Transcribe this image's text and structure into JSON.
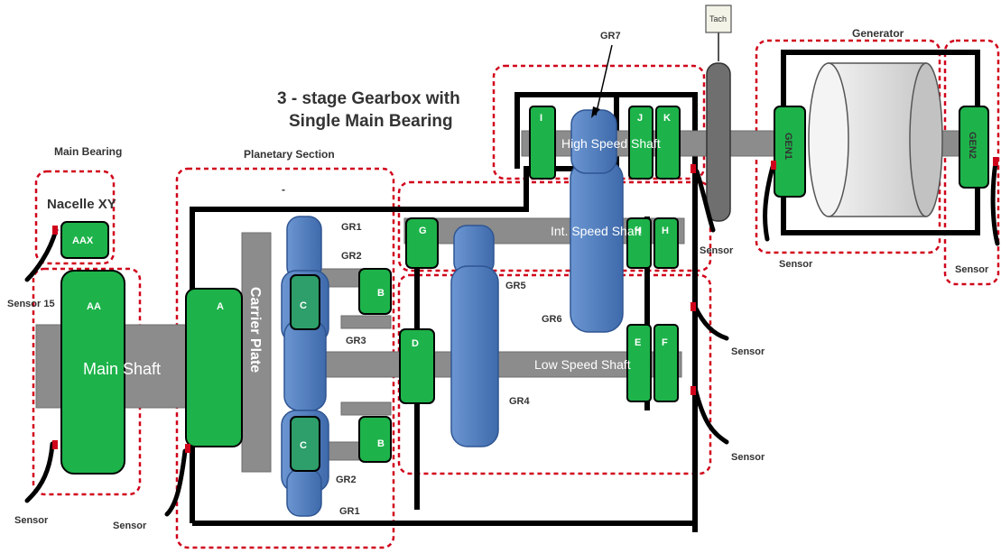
{
  "title": {
    "line1": "3 - stage Gearbox with",
    "line2": "Single Main Bearing"
  },
  "sections": {
    "main_bearing": "Main Bearing",
    "planetary": "Planetary Section",
    "planetary_dash": "-",
    "generator": "Generator"
  },
  "nacelle": "Nacelle XY",
  "tach": "Tach",
  "shafts": {
    "main": "Main Shaft",
    "carrier": "Carrier Plate",
    "high": "High Speed Shaft",
    "int": "Int.  Speed Shaft",
    "low": "Low Speed Shaft"
  },
  "bearings": {
    "AAX": "AAX",
    "AA": "AA",
    "A": "A",
    "C": "C",
    "B": "B",
    "D": "D",
    "G": "G",
    "H": "H",
    "E": "E",
    "F": "F",
    "I": "I",
    "J": "J",
    "K": "K",
    "GEN1": "GEN1",
    "GEN2": "GEN2"
  },
  "gears": {
    "GR1": "GR1",
    "GR2": "GR2",
    "GR3": "GR3",
    "GR4": "GR4",
    "GR5": "GR5",
    "GR6": "GR6",
    "GR7": "GR7"
  },
  "sensors": {
    "s15": "Sensor 15",
    "generic": "Sensor"
  },
  "colors": {
    "green": "#1db34a",
    "blue": "#4f7fc0",
    "shaft": "#8c8c8c",
    "dash": "#d0021b"
  }
}
